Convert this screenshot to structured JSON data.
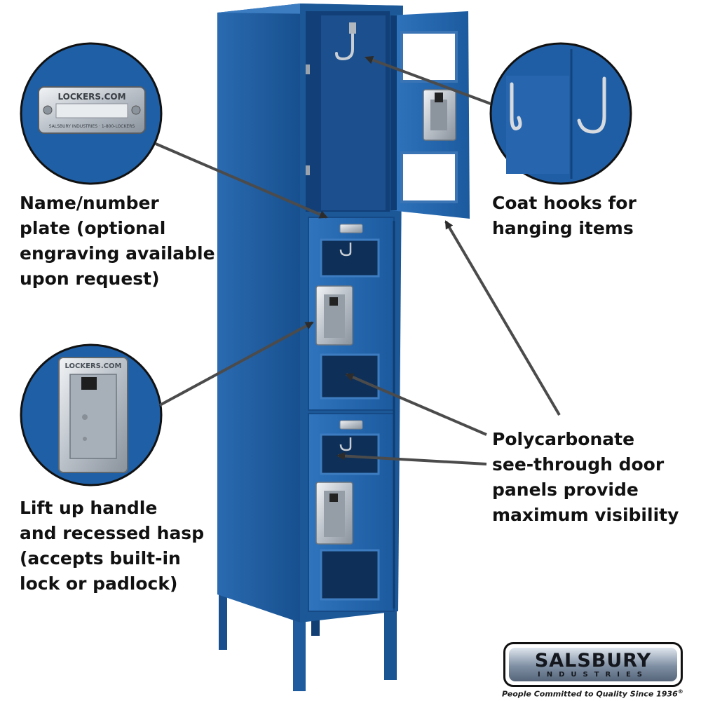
{
  "callouts": {
    "nameplate": {
      "lines": [
        "Name/number",
        "plate (optional",
        "engraving available",
        "upon request)"
      ]
    },
    "coat_hooks": {
      "lines": [
        "Coat hooks for",
        "hanging items"
      ]
    },
    "handle": {
      "lines": [
        "Lift up handle",
        "and recessed hasp",
        "(accepts built-in",
        "lock or padlock)"
      ]
    },
    "polycarbonate": {
      "lines": [
        "Polycarbonate",
        "see-through door",
        "panels provide",
        "maximum visibility"
      ]
    }
  },
  "nameplate_detail": {
    "title": "LOCKERS.COM",
    "subtitle": "SALSBURY INDUSTRIES · 1-800-LOCKERS"
  },
  "handle_detail": {
    "label": "LOCKERS.COM"
  },
  "brand": {
    "name": "SALSBURY",
    "sub": "INDUSTRIES",
    "tagline": "People Committed to Quality Since 1936",
    "registered_mark": "®"
  },
  "colors": {
    "locker_blue": "#1f5ea3",
    "locker_dark": "#0e3d78",
    "locker_light": "#3f82c8",
    "metal": "#c9ced4",
    "arrow": "#4b4b4b"
  }
}
